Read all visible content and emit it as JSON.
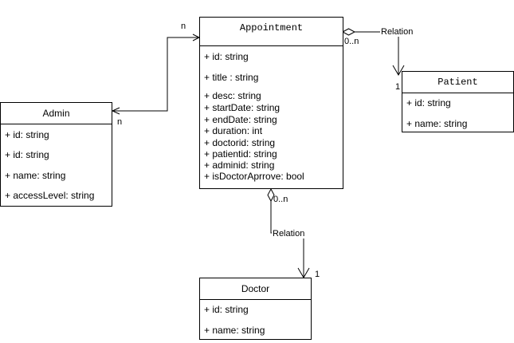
{
  "classes": {
    "appointment": {
      "name": "Appointment",
      "attributes": [
        "+ id: string",
        "+ title : string",
        "+ desc: string",
        "+ startDate: string",
        "+ endDate: string",
        "+ duration: int",
        "+ doctorid: string",
        "+ patientid: string",
        "+ adminid: string",
        "+ isDoctorAprrove: bool"
      ]
    },
    "admin": {
      "name": "Admin",
      "attributes": [
        "+ id: string",
        "+ id: string",
        "+ name: string",
        "+ accessLevel: string"
      ]
    },
    "patient": {
      "name": "Patient",
      "attributes": [
        "+ id: string",
        "+ name: string"
      ]
    },
    "doctor": {
      "name": "Doctor",
      "attributes": [
        "+ id: string",
        "+ name: string"
      ]
    }
  },
  "relations": {
    "admin_appointment": {
      "mult_appointment": "n",
      "mult_admin": "n"
    },
    "appointment_patient": {
      "label": "Relation",
      "mult_source": "0..n",
      "mult_target": "1"
    },
    "appointment_doctor": {
      "label": "Relation",
      "mult_source": "0..n",
      "mult_target": "1"
    }
  }
}
